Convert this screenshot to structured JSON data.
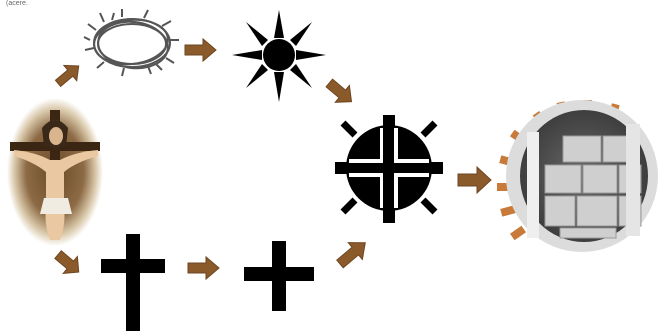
{
  "corner_text": "(acere.",
  "colors": {
    "background": "#ffffff",
    "arrow": "#8a5a2b",
    "arrow_edge": "#6e4520",
    "symbol": "#000000",
    "crown": "#555555",
    "oval_glow": "#f3ede0",
    "cage_ring": "#d7d7d7",
    "cage_inner": "#5f5f5f",
    "cage_blocks": "#c9c9c9",
    "spikes": "#c77a3a"
  },
  "nodes": [
    {
      "id": "crucifix-oval",
      "icon": "crucifix-image"
    },
    {
      "id": "crown-of-thorns",
      "icon": "crown-of-thorns-icon"
    },
    {
      "id": "sun",
      "icon": "sun-icon"
    },
    {
      "id": "large-cross-lower",
      "icon": "latin-cross-icon"
    },
    {
      "id": "greek-cross",
      "icon": "greek-cross-icon"
    },
    {
      "id": "spiked-cross-wheel",
      "icon": "spiked-cross-wheel-icon"
    },
    {
      "id": "stone-chamber",
      "icon": "stone-chamber-image"
    }
  ],
  "edges": [
    {
      "from": "crucifix-oval",
      "to": "crown-of-thorns"
    },
    {
      "from": "crown-of-thorns",
      "to": "sun"
    },
    {
      "from": "sun",
      "to": "spiked-cross-wheel"
    },
    {
      "from": "crucifix-oval",
      "to": "large-cross-lower"
    },
    {
      "from": "large-cross-lower",
      "to": "greek-cross"
    },
    {
      "from": "greek-cross",
      "to": "spiked-cross-wheel"
    },
    {
      "from": "spiked-cross-wheel",
      "to": "stone-chamber"
    }
  ]
}
